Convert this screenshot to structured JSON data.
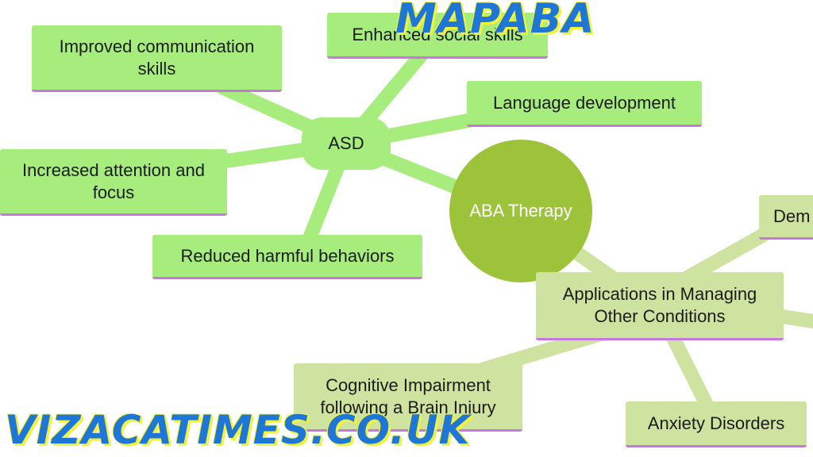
{
  "root": {
    "label": "ABA Therapy"
  },
  "asd": {
    "label": "ASD",
    "children": [
      "Improved communication skills",
      "Enhanced social skills",
      "Language development",
      "Increased attention and focus",
      "Reduced harmful behaviors"
    ]
  },
  "applications": {
    "label": "Applications in Managing Other Conditions",
    "children": [
      "Dem",
      "Cognitive Impairment following a Brain Injury",
      "Anxiety Disorders"
    ]
  },
  "watermarks": {
    "top": "MAPABA",
    "bottom": "VIZACATIMES.CO.UK"
  },
  "colors": {
    "asd_branch": "#a6ed7e",
    "applications_branch": "#cfe3a0",
    "root": "#9dc33a",
    "underline": "#c678e0",
    "watermark": "#1e76d6",
    "watermark_outline": "#f2f23a"
  }
}
